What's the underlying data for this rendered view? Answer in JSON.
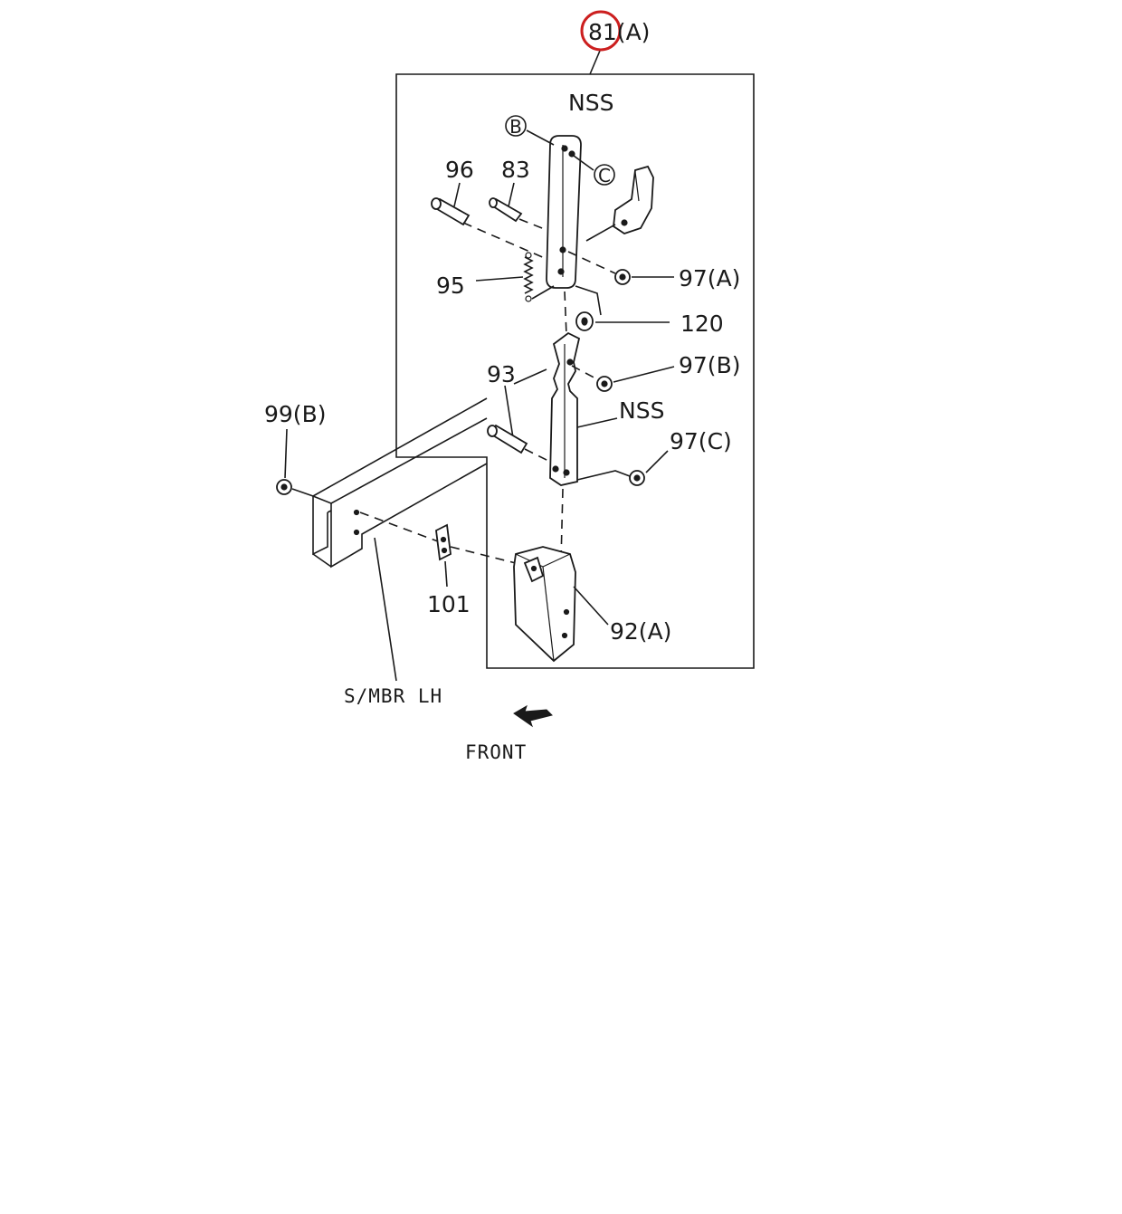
{
  "diagram": {
    "callouts": {
      "c81a": "81(A)",
      "nss_top": "NSS",
      "b": "B",
      "c": "C",
      "c96": "96",
      "c83": "83",
      "c95": "95",
      "c97a": "97(A)",
      "c120": "120",
      "c97b": "97(B)",
      "c93": "93",
      "nss_mid": "NSS",
      "c99b": "99(B)",
      "c97c": "97(C)",
      "c101": "101",
      "c92a": "92(A)"
    },
    "frame_label": "S/MBR LH",
    "front_label": "FRONT",
    "highlight": {
      "target": "81",
      "color": "#cc1f1f"
    }
  }
}
